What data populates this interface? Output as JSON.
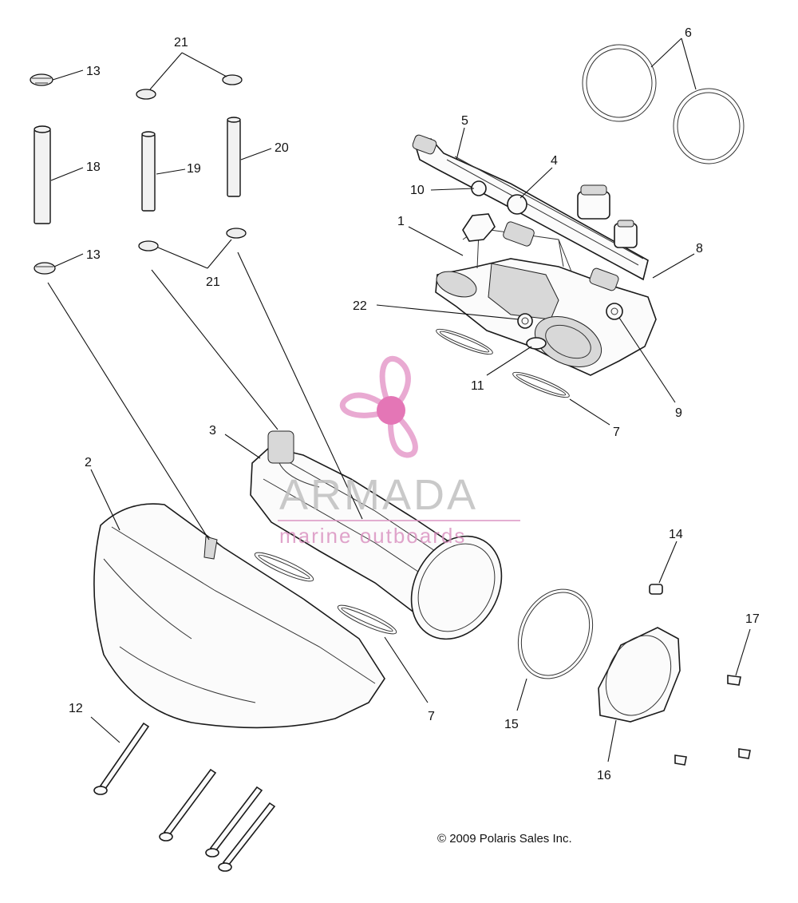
{
  "diagram": {
    "callouts": [
      {
        "id": "c1",
        "text": "1"
      },
      {
        "id": "c2",
        "text": "2"
      },
      {
        "id": "c3",
        "text": "3"
      },
      {
        "id": "c4",
        "text": "4"
      },
      {
        "id": "c5",
        "text": "5"
      },
      {
        "id": "c6",
        "text": "6"
      },
      {
        "id": "c7a",
        "text": "7"
      },
      {
        "id": "c7b",
        "text": "7"
      },
      {
        "id": "c8",
        "text": "8"
      },
      {
        "id": "c9",
        "text": "9"
      },
      {
        "id": "c10",
        "text": "10"
      },
      {
        "id": "c11",
        "text": "11"
      },
      {
        "id": "c12",
        "text": "12"
      },
      {
        "id": "c13a",
        "text": "13"
      },
      {
        "id": "c13b",
        "text": "13"
      },
      {
        "id": "c14",
        "text": "14"
      },
      {
        "id": "c15",
        "text": "15"
      },
      {
        "id": "c16",
        "text": "16"
      },
      {
        "id": "c17",
        "text": "17"
      },
      {
        "id": "c18",
        "text": "18"
      },
      {
        "id": "c19",
        "text": "19"
      },
      {
        "id": "c20",
        "text": "20"
      },
      {
        "id": "c21a",
        "text": "21"
      },
      {
        "id": "c21b",
        "text": "21"
      },
      {
        "id": "c22",
        "text": "22"
      }
    ],
    "copyright": "© 2009 Polaris Sales Inc."
  },
  "watermark": {
    "title": "ARMADA",
    "subtitle": "marine outboards",
    "colors": {
      "propeller": "#e8a6d0",
      "hub": "#e36fb3",
      "text": "#c0c0c0",
      "subtitle": "#d98fbf"
    }
  }
}
